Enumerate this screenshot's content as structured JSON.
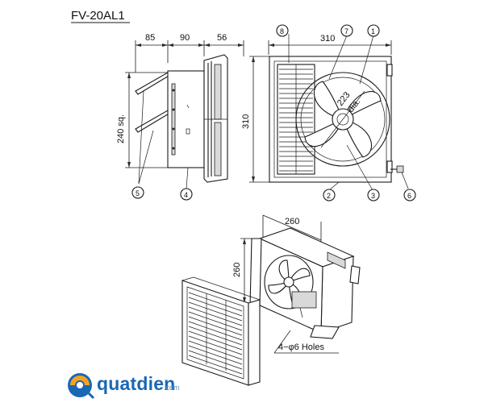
{
  "model": "FV-20AL1",
  "dimensions": {
    "side_depth_1": "85",
    "side_depth_2": "90",
    "side_depth_3": "56",
    "side_height": "240 sq.",
    "front_width": "310",
    "front_height": "310",
    "fan_dia_value": "223",
    "fan_dia_unit": "dia.",
    "iso_width": "260",
    "iso_height": "260"
  },
  "callouts": [
    "1",
    "2",
    "3",
    "4",
    "5",
    "6",
    "7",
    "8"
  ],
  "holes_note": "4−φ6 Holes",
  "brand": {
    "name": "quatdien",
    "suffix": ".com",
    "colors": {
      "primary": "#1a67b3",
      "accent": "#f4a322"
    }
  }
}
